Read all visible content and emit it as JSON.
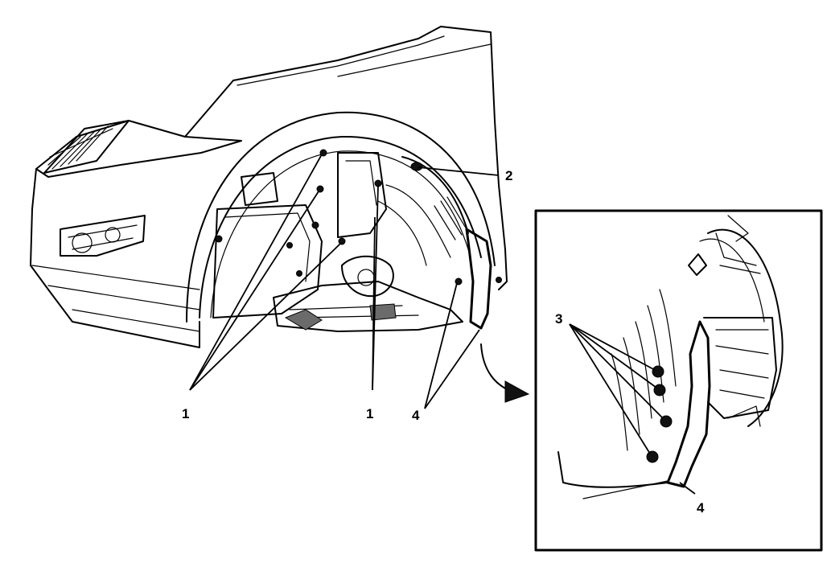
{
  "callouts": {
    "main_fasteners_left": "1",
    "main_fasteners_center": "1",
    "fender_liner": "2",
    "splash_shield_main": "4",
    "detail_fasteners": "3",
    "splash_shield_detail": "4"
  },
  "colors": {
    "line": "#000000",
    "background": "#ffffff",
    "fastener": "#111111"
  }
}
